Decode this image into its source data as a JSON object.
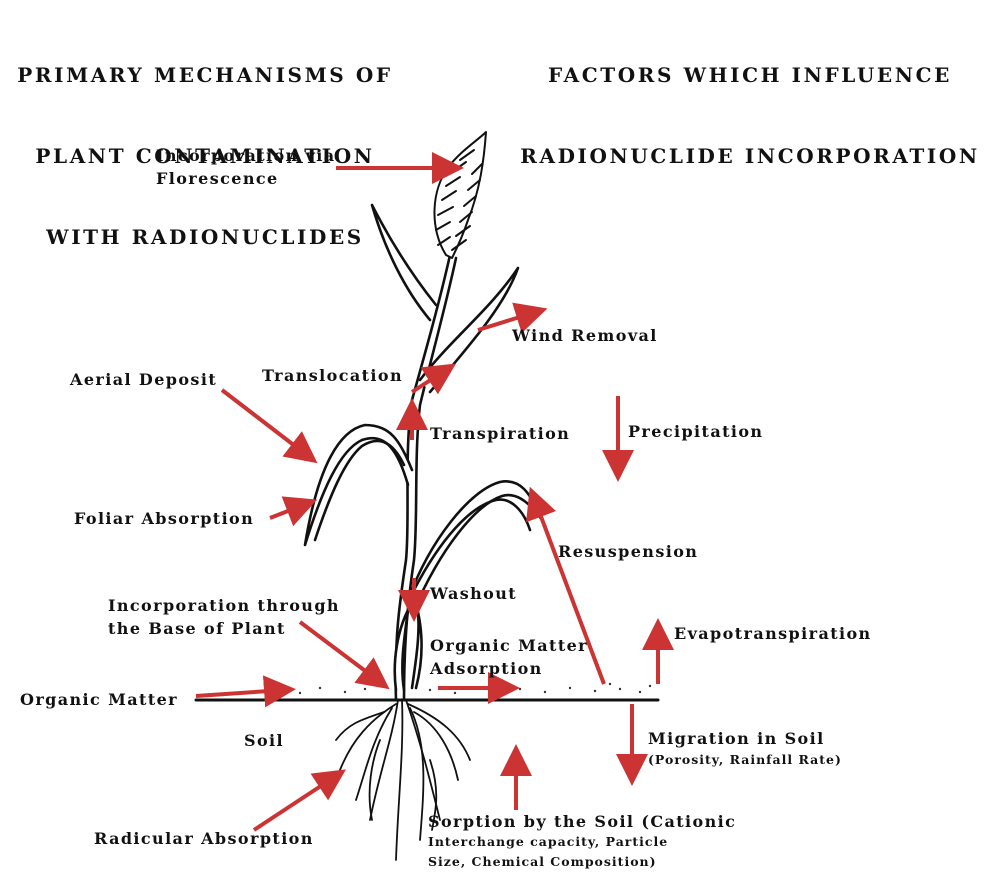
{
  "headings": {
    "left": [
      "PRIMARY MECHANISMS OF",
      "PLANT CONTAMINATION",
      "WITH RADIONUCLIDES"
    ],
    "right": [
      "FACTORS WHICH INFLUENCE",
      "RADIONUCLIDE INCORPORATION"
    ]
  },
  "mechanisms": {
    "florescence": [
      "Incorporation via",
      "Florescence"
    ],
    "aerial_deposit": "Aerial Deposit",
    "translocation": "Translocation",
    "foliar_absorption": "Foliar Absorption",
    "base_of_plant": [
      "Incorporation through",
      "the Base of Plant"
    ],
    "organic_matter": "Organic Matter",
    "soil": "Soil",
    "radicular_absorption": "Radicular Absorption"
  },
  "factors": {
    "wind_removal": "Wind Removal",
    "transpiration": "Transpiration",
    "precipitation": "Precipitation",
    "resuspension": "Resuspension",
    "washout": "Washout",
    "organic_matter_adsorption": [
      "Organic Matter",
      "Adsorption"
    ],
    "evapotranspiration": "Evapotranspiration",
    "migration_in_soil": "Migration in Soil",
    "migration_note": "(Porosity, Rainfall Rate)",
    "sorption": "Sorption by the Soil (Cationic",
    "sorption_note": [
      "Interchange capacity, Particle",
      "Size, Chemical Composition)"
    ]
  },
  "colors": {
    "arrow": "#cc3333",
    "ink": "#111111"
  },
  "icons": {
    "arrows": "arrow-icon",
    "plant": "plant-illustration"
  }
}
